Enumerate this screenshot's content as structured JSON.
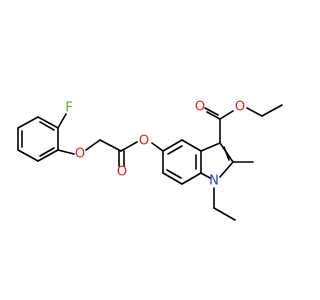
{
  "molecule": {
    "colors": {
      "carbon_bond": "#000000",
      "oxygen": "#e0201a",
      "nitrogen": "#2a3fc8",
      "fluorine": "#6aa82a"
    },
    "atoms": {
      "f": "F",
      "o_ether": "O",
      "o_carbonyl_acetyl": "O",
      "o_ester_link": "O",
      "o_carbonyl_ester": "O",
      "o_ethoxy": "O",
      "n_indole": "N"
    }
  }
}
